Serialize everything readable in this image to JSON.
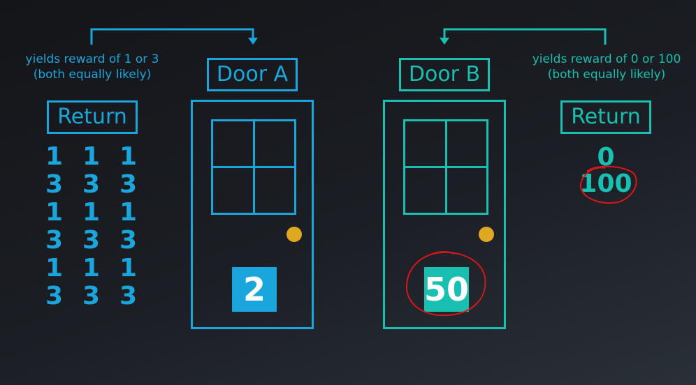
{
  "door_a": {
    "label": "Door A",
    "caption_line1": "yields reward of 1 or 3",
    "caption_line2": "(both equally likely)",
    "value": "2",
    "return_title": "Return",
    "returns": [
      "1",
      "1",
      "1",
      "3",
      "3",
      "3",
      "1",
      "1",
      "1",
      "3",
      "3",
      "3",
      "1",
      "1",
      "1",
      "3",
      "3",
      "3"
    ]
  },
  "door_b": {
    "label": "Door B",
    "caption_line1": "yields reward of 0 or 100",
    "caption_line2": "(both equally likely)",
    "value": "50",
    "return_title": "Return",
    "returns": [
      "0",
      "100"
    ]
  },
  "colors": {
    "door_a": "#1aa6dc",
    "door_b": "#19bfb0",
    "knob": "#e0a820",
    "annotation": "#d8161b",
    "background": "#1b1e24"
  }
}
